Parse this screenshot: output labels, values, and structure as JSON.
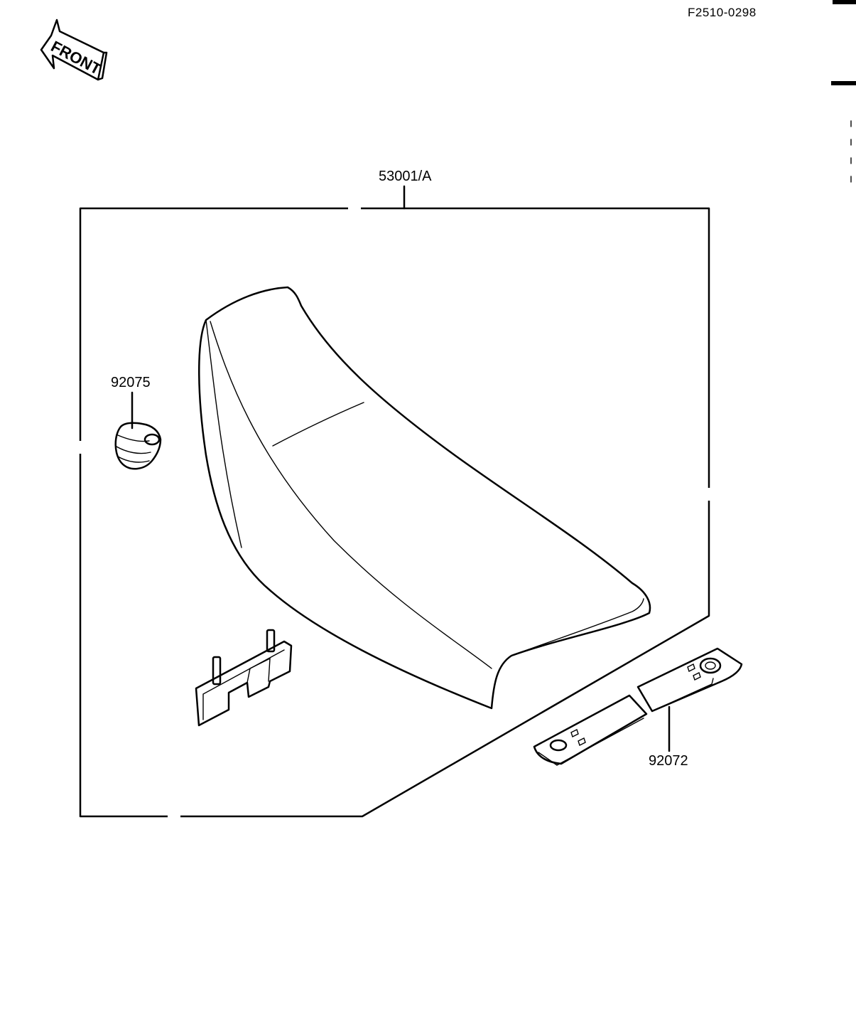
{
  "diagram_code": "F2510-0298",
  "front_label": "FRONT",
  "callouts": {
    "seat_assy": "53001/A",
    "damper": "92075",
    "strap": "92072"
  }
}
